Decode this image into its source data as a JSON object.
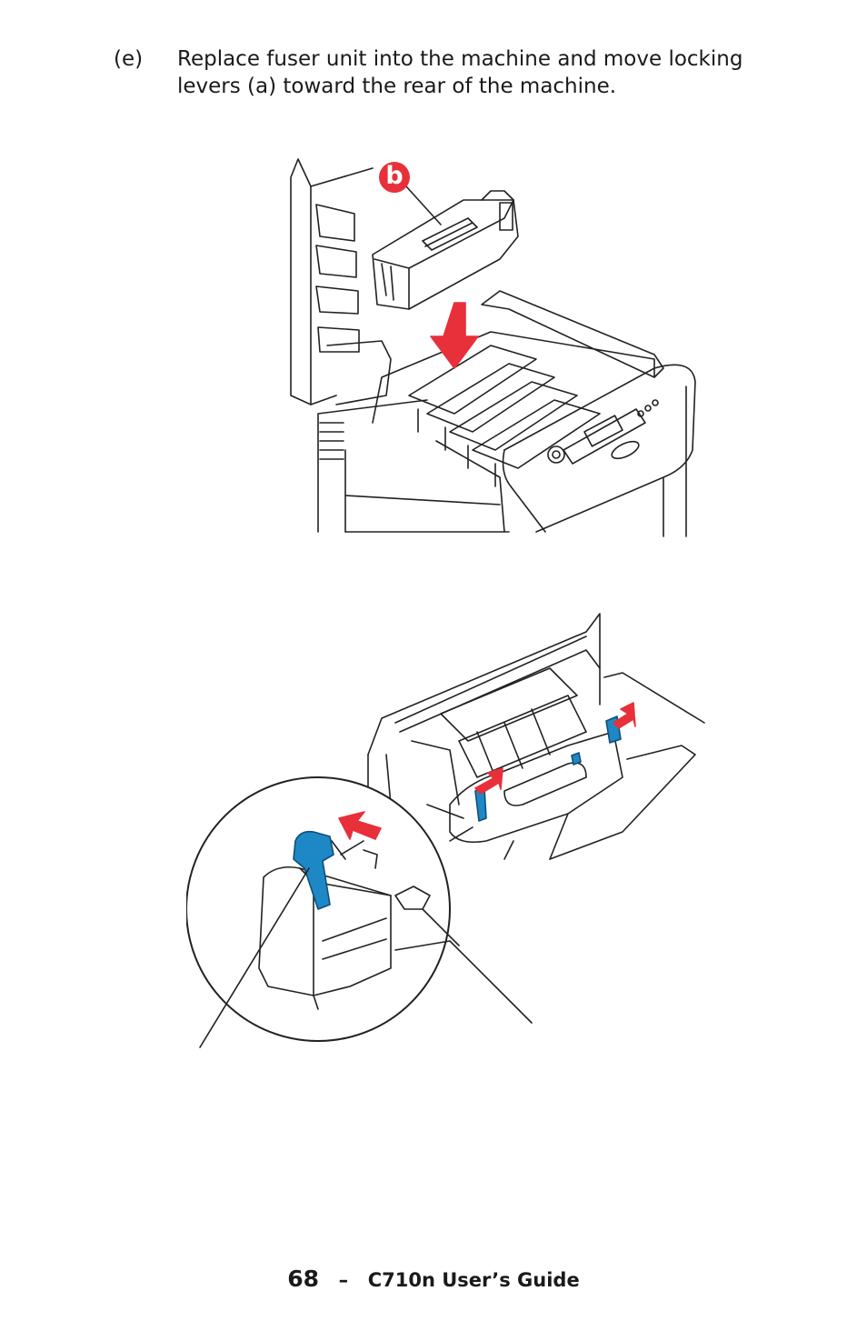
{
  "step": {
    "label": "(e)",
    "text": "Replace fuser unit into the machine and move locking levers (a) toward the rear of the machine."
  },
  "figure1": {
    "callout": "b"
  },
  "footer": {
    "page_number": "68",
    "separator": "–",
    "guide_title": "C710n User’s Guide"
  },
  "colors": {
    "arrow": "#e8303a",
    "lever": "#1e88c7",
    "line": "#222222"
  },
  "icons": [
    "fuser-unit",
    "down-arrow",
    "push-arrow",
    "locking-lever",
    "magnifier-circle"
  ]
}
